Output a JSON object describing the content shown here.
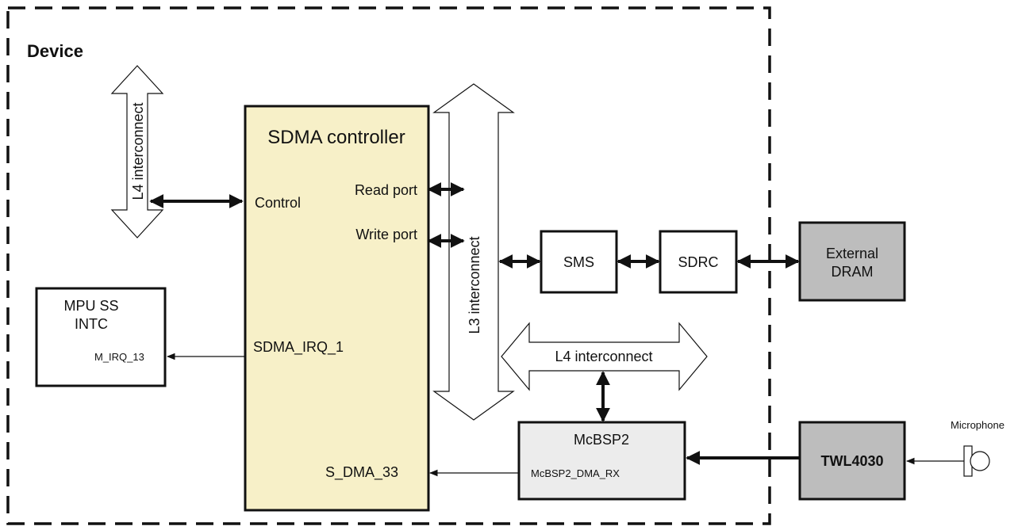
{
  "device": {
    "label": "Device"
  },
  "sdma": {
    "title": "SDMA controller",
    "control": "Control",
    "read_port": "Read port",
    "write_port": "Write port",
    "irq": "SDMA_IRQ_1",
    "dma_req": "S_DMA_33"
  },
  "l4_left": {
    "label": "L4 interconnect"
  },
  "l3": {
    "label": "L3 interconnect"
  },
  "l4_right": {
    "label": "L4 interconnect"
  },
  "mpu": {
    "line1": "MPU SS",
    "line2": "INTC",
    "irq": "M_IRQ_13"
  },
  "sms": {
    "label": "SMS"
  },
  "sdrc": {
    "label": "SDRC"
  },
  "dram": {
    "line1": "External",
    "line2": "DRAM"
  },
  "mcbsp": {
    "title": "McBSP2",
    "signal": "McBSP2_DMA_RX"
  },
  "twl": {
    "label": "TWL4030"
  },
  "mic": {
    "label": "Microphone"
  },
  "colors": {
    "sdma_fill": "#f7f0c8",
    "mcbsp_fill": "#ececec",
    "external_fill": "#bdbdbd",
    "line": "#111111"
  }
}
